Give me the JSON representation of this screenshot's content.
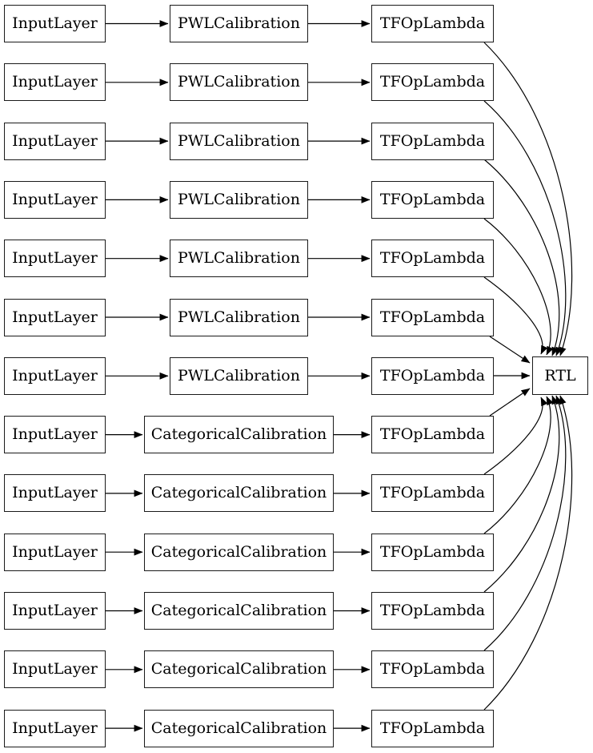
{
  "diagram": {
    "type": "model-graph",
    "background": "#ffffff",
    "node_fill": "#ffffff",
    "node_border_color": "#1a1a1a",
    "edge_color": "#000000",
    "sink": {
      "label": "RTL"
    },
    "rows": [
      {
        "input": "InputLayer",
        "calibration": "PWLCalibration",
        "lambda": "TFOpLambda"
      },
      {
        "input": "InputLayer",
        "calibration": "PWLCalibration",
        "lambda": "TFOpLambda"
      },
      {
        "input": "InputLayer",
        "calibration": "PWLCalibration",
        "lambda": "TFOpLambda"
      },
      {
        "input": "InputLayer",
        "calibration": "PWLCalibration",
        "lambda": "TFOpLambda"
      },
      {
        "input": "InputLayer",
        "calibration": "PWLCalibration",
        "lambda": "TFOpLambda"
      },
      {
        "input": "InputLayer",
        "calibration": "PWLCalibration",
        "lambda": "TFOpLambda"
      },
      {
        "input": "InputLayer",
        "calibration": "PWLCalibration",
        "lambda": "TFOpLambda"
      },
      {
        "input": "InputLayer",
        "calibration": "CategoricalCalibration",
        "lambda": "TFOpLambda"
      },
      {
        "input": "InputLayer",
        "calibration": "CategoricalCalibration",
        "lambda": "TFOpLambda"
      },
      {
        "input": "InputLayer",
        "calibration": "CategoricalCalibration",
        "lambda": "TFOpLambda"
      },
      {
        "input": "InputLayer",
        "calibration": "CategoricalCalibration",
        "lambda": "TFOpLambda"
      },
      {
        "input": "InputLayer",
        "calibration": "CategoricalCalibration",
        "lambda": "TFOpLambda"
      },
      {
        "input": "InputLayer",
        "calibration": "CategoricalCalibration",
        "lambda": "TFOpLambda"
      }
    ]
  }
}
